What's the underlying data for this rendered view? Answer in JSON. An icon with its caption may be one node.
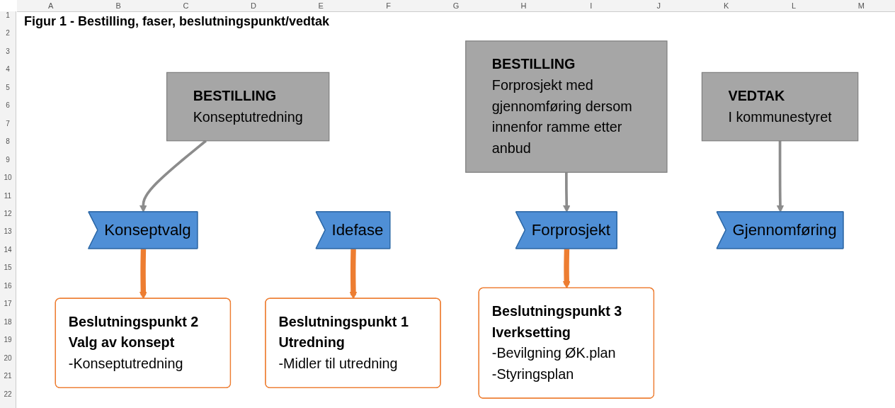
{
  "diagram": {
    "title": "Figur 1 - Bestilling, faser, beslutningspunkt/vedtak",
    "nodes": [
      {
        "text": [
          "Idefase"
        ]
      },
      {
        "text": [
          "Konseptvalg"
        ]
      },
      {
        "text": [
          "Forprosjekt"
        ]
      },
      {
        "text": [
          "Gjennomføring"
        ]
      },
      {
        "text": [
          "BESTILLING",
          "Konseptutredning"
        ]
      },
      {
        "text": [
          "BESTILLING",
          "Forprosjekt med gjennomføring dersom innenfor ramme etter anbud"
        ]
      },
      {
        "text": [
          "VEDTAK",
          "I kommunestyret"
        ]
      },
      {
        "text": [
          "Beslutningspunkt 1 Utredning",
          "-Midler til utredning"
        ]
      },
      {
        "text": [
          "Beslutningspunkt 2 Valg av konsept",
          "-Konseptutredning"
        ]
      },
      {
        "text": [
          "Beslutningspunkt 3 Iverksetting",
          "-Bevilgning ØK.plan",
          "-Styringsplan"
        ]
      }
    ],
    "edges": [
      {
        "from": 4,
        "to": 1,
        "arrow": "to"
      },
      {
        "from": 5,
        "to": 2,
        "arrow": "to"
      },
      {
        "from": 6,
        "to": 3,
        "arrow": "to"
      },
      {
        "from": 0,
        "to": 7,
        "arrow": "to",
        "style": "thick",
        "color": "#ed7d31"
      },
      {
        "from": 1,
        "to": 8,
        "arrow": "to",
        "style": "thick",
        "color": "#ed7d31"
      },
      {
        "from": 2,
        "to": 9,
        "arrow": "to",
        "style": "thick",
        "color": "#ed7d31"
      }
    ],
    "labels": [
      "A",
      "B",
      "C",
      "D",
      "E",
      "F",
      "G",
      "H",
      "I",
      "J",
      "K",
      "L",
      "M",
      "1",
      "2",
      "3",
      "4",
      "5",
      "6",
      "7",
      "8",
      "9",
      "10",
      "11",
      "12",
      "13",
      "14",
      "15",
      "16",
      "17",
      "18",
      "19",
      "20",
      "21",
      "22"
    ]
  }
}
